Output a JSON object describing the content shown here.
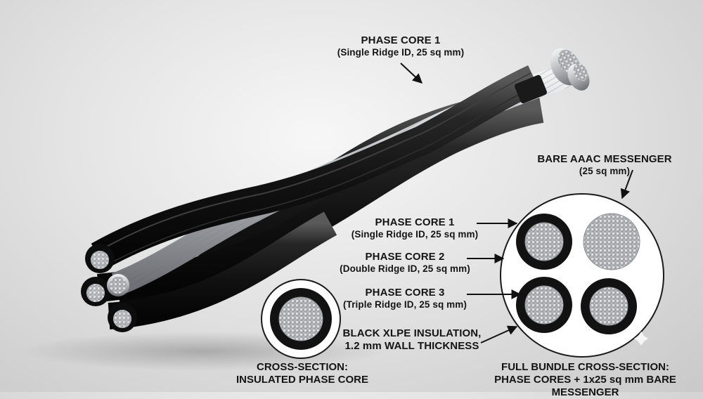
{
  "top_callout": {
    "title": "PHASE CORE 1",
    "spec": "(Single Ridge ID, 25 sq mm)"
  },
  "messenger_callout": {
    "title": "BARE AAAC MESSENGER",
    "spec": "(25 sq mm)"
  },
  "bundle_callouts": [
    {
      "title": "PHASE CORE 1",
      "spec": "(Single Ridge ID, 25 sq mm)"
    },
    {
      "title": "PHASE CORE 2",
      "spec": "(Double Ridge ID, 25 sq mm)"
    },
    {
      "title": "PHASE CORE 3",
      "spec": "(Triple Ridge ID, 25 sq mm)"
    }
  ],
  "insulation_callout": {
    "line1": "BLACK XLPE INSULATION,",
    "line2": "1.2 mm WALL THICKNESS"
  },
  "single_section_caption": {
    "line1": "CROSS-SECTION:",
    "line2": "INSULATED PHASE CORE"
  },
  "bundle_section_caption": {
    "line1": "FULL BUNDLE CROSS-SECTION:",
    "line2": "PHASE CORES + 1x25 sq mm BARE MESSENGER"
  },
  "colors": {
    "insulation": "#161616",
    "aluminium": "#c4c6c9",
    "background": "#e2e2e2",
    "text": "#141414"
  }
}
